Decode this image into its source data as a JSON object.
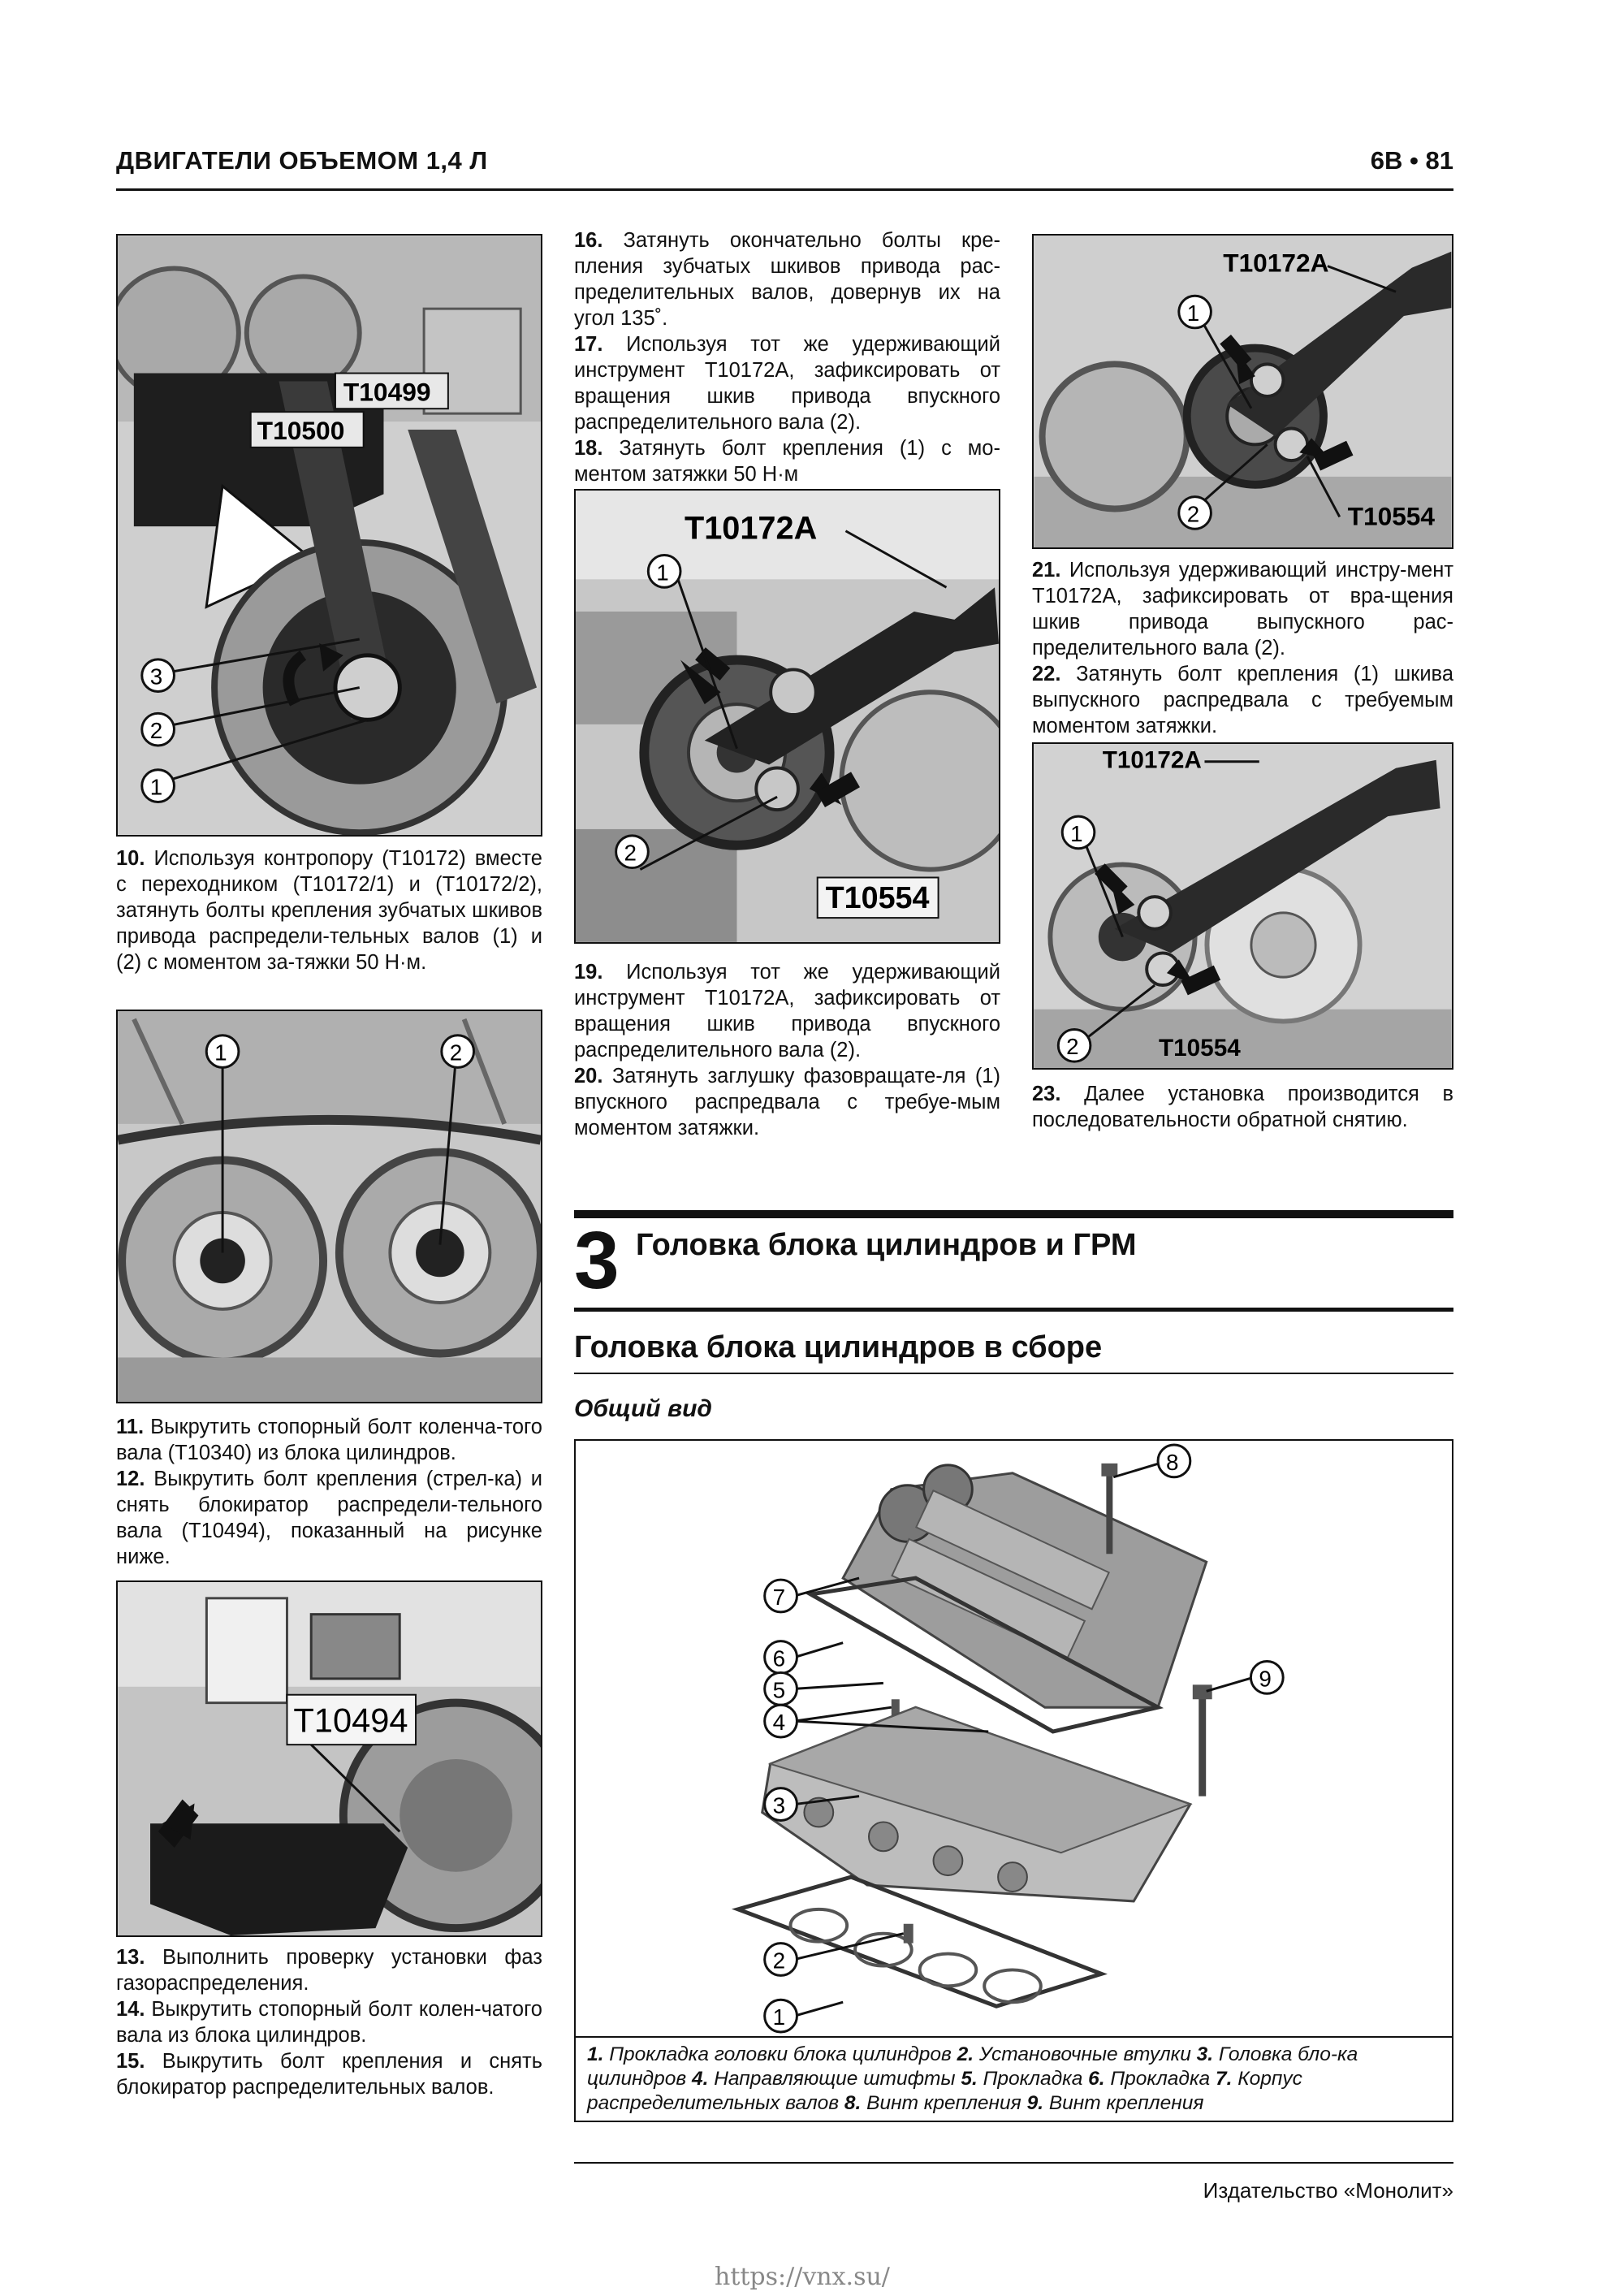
{
  "header": {
    "left": "ДВИГАТЕЛИ ОБЪЕМОМ 1,4 Л",
    "right": "6В • 81"
  },
  "figures": {
    "fig1": {
      "labels": [
        "T10499",
        "T10500"
      ],
      "callouts": [
        "3",
        "2",
        "1"
      ]
    },
    "fig2": {
      "labels": [],
      "callouts": [
        "1",
        "2"
      ]
    },
    "fig3": {
      "labels": [
        "T10494"
      ],
      "callouts": []
    },
    "fig4": {
      "labels": [
        "T10172A",
        "T10554"
      ],
      "callouts": [
        "1",
        "2"
      ]
    },
    "fig5": {
      "labels": [
        "T10172A",
        "T10554"
      ],
      "callouts": [
        "1",
        "2"
      ]
    },
    "fig6": {
      "labels": [
        "T10172A",
        "T10554"
      ],
      "callouts": [
        "1",
        "2"
      ]
    },
    "fig7": {
      "labels": [],
      "callouts": [
        "8",
        "7",
        "6",
        "5",
        "4",
        "9",
        "3",
        "2",
        "1"
      ]
    }
  },
  "steps": {
    "s10": {
      "num": "10.",
      "text": "Используя контропору (T10172) вместе с переходником (T10172/1) и (T10172/2), затянуть болты крепления зубчатых шкивов привода распредели-тельных валов (1) и (2) с моментом за-тяжки 50 Н·м."
    },
    "s11": {
      "num": "11.",
      "text": "Выкрутить стопорный болт коленча-того вала (T10340) из блока цилиндров."
    },
    "s12": {
      "num": "12.",
      "text": "Выкрутить болт крепления (стрел-ка) и снять блокиратор распредели-тельного вала (T10494), показанный на рисунке ниже."
    },
    "s13": {
      "num": "13.",
      "text": "Выполнить проверку установки фаз газораспределения."
    },
    "s14": {
      "num": "14.",
      "text": "Выкрутить стопорный болт колен-чатого вала из блока цилиндров."
    },
    "s15": {
      "num": "15.",
      "text": "Выкрутить болт крепления и снять блокиратор распределительных валов."
    },
    "s16": {
      "num": "16.",
      "text": "Затянуть окончательно болты кре-пления зубчатых шкивов привода рас-пределительных валов, довернув их на угол 135˚."
    },
    "s17": {
      "num": "17.",
      "text": "Используя тот же удерживающий инструмент T10172A, зафиксировать от вращения шкив привода впускного распределительного вала (2)."
    },
    "s18": {
      "num": "18.",
      "text": "Затянуть болт крепления (1) с мо-ментом затяжки 50 Н·м"
    },
    "s19": {
      "num": "19.",
      "text": "Используя тот же удерживающий инструмент T10172A, зафиксировать от вращения шкив привода впускного распределительного вала (2)."
    },
    "s20": {
      "num": "20.",
      "text": "Затянуть заглушку фазовращате-ля (1) впускного распредвала с требуе-мым моментом затяжки."
    },
    "s21": {
      "num": "21.",
      "text": "Используя удерживающий инстру-мент T10172A, зафиксировать от вра-щения шкив привода выпускного рас-пределительного вала (2)."
    },
    "s22": {
      "num": "22.",
      "text": "Затянуть болт крепления (1) шкива выпускного распредвала с требуемым моментом затяжки."
    },
    "s23": {
      "num": "23.",
      "text": "Далее установка производится в последовательности обратной снятию."
    }
  },
  "section": {
    "number": "3",
    "title": "Головка блока цилиндров и ГРМ",
    "subtitle": "Головка блока цилиндров в сборе",
    "minor_title": "Общий вид"
  },
  "caption": {
    "items": [
      {
        "num": "1.",
        "text": "Прокладка головки блока цилиндров"
      },
      {
        "num": "2.",
        "text": "Установочные втулки"
      },
      {
        "num": "3.",
        "text": "Головка бло-ка цилиндров"
      },
      {
        "num": "4.",
        "text": "Направляющие штифты"
      },
      {
        "num": "5.",
        "text": "Прокладка"
      },
      {
        "num": "6.",
        "text": "Прокладка"
      },
      {
        "num": "7.",
        "text": "Корпус распределительных валов"
      },
      {
        "num": "8.",
        "text": "Винт крепления"
      },
      {
        "num": "9.",
        "text": "Винт крепления"
      }
    ]
  },
  "footer": {
    "publisher": "Издательство «Монолит»"
  },
  "watermark": "https://vnx.su/"
}
